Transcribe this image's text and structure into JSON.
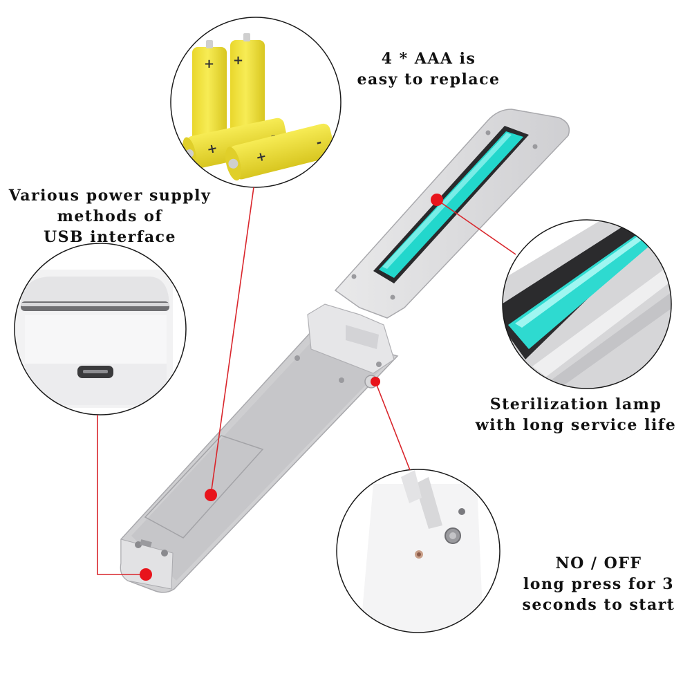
{
  "callouts": {
    "batteries": {
      "line1": "4 * AAA is",
      "line2": "easy to replace"
    },
    "usb": {
      "line1": "Various power supply",
      "line2": "methods of",
      "line3": "USB interface"
    },
    "lamp": {
      "line1": "Sterilization lamp",
      "line2": "with long service life"
    },
    "switch": {
      "line1": "NO / OFF",
      "line2": "long press for 3",
      "line3": "seconds to start"
    }
  },
  "colors": {
    "marker": "#e8141b",
    "leader_line": "#d9252b",
    "uv_tube": "#22d7cc",
    "casing": "#c9c9cc",
    "battery": "#f2e33b",
    "circle_border": "#1a1a1a"
  }
}
